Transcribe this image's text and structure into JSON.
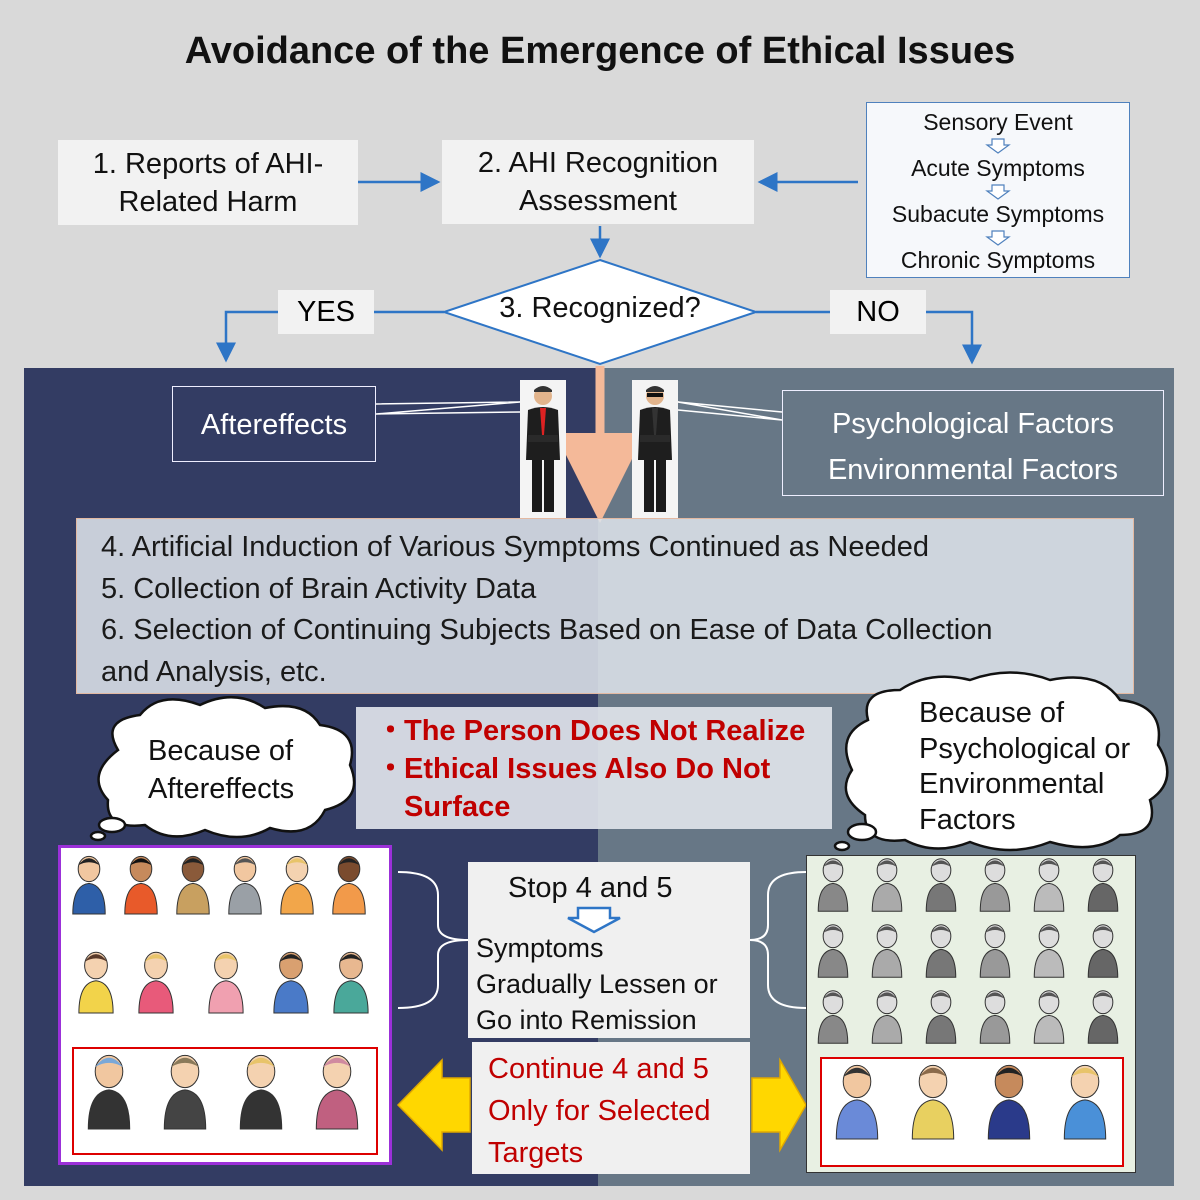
{
  "title": "Avoidance of the Emergence of Ethical Issues",
  "step1": [
    "1. Reports of AHI-",
    "Related Harm"
  ],
  "step2": [
    "2. AHI Recognition",
    "Assessment"
  ],
  "sequence": [
    "Sensory Event",
    "Acute Symptoms",
    "Subacute Symptoms",
    "Chronic Symptoms"
  ],
  "decision": "3. Recognized?",
  "yes_label": "YES",
  "no_label": "NO",
  "aftereffects": "Aftereffects",
  "factors": [
    "Psychological Factors",
    "Environmental Factors"
  ],
  "steps": [
    "4. Artificial Induction of Various Symptoms Continued as Needed",
    "5. Collection of Brain Activity Data",
    "6. Selection of Continuing Subjects Based on Ease of Data Collection",
    "and Analysis, etc."
  ],
  "warnings": [
    {
      "bullet": "・",
      "text": "The Person Does Not Realize"
    },
    {
      "bullet": "・",
      "text": "Ethical Issues Also Do Not"
    },
    {
      "bullet": "",
      "text": "Surface"
    }
  ],
  "bubble_left": [
    "Because of",
    "Aftereffects"
  ],
  "bubble_right": [
    "Because of",
    "Psychological or",
    "Environmental",
    "Factors"
  ],
  "stop": {
    "title": "Stop 4 and 5",
    "lines": [
      "Symptoms",
      "Gradually Lessen or",
      "Go into Remission"
    ]
  },
  "continue": [
    "Continue 4 and 5",
    "Only for Selected",
    "Targets"
  ],
  "colors": {
    "left_panel": "#333c63",
    "right_panel": "#677786",
    "flow_arrow": "#2e75c6",
    "warning_text": "#c00000",
    "yellow_arrow": "#ffd700"
  }
}
